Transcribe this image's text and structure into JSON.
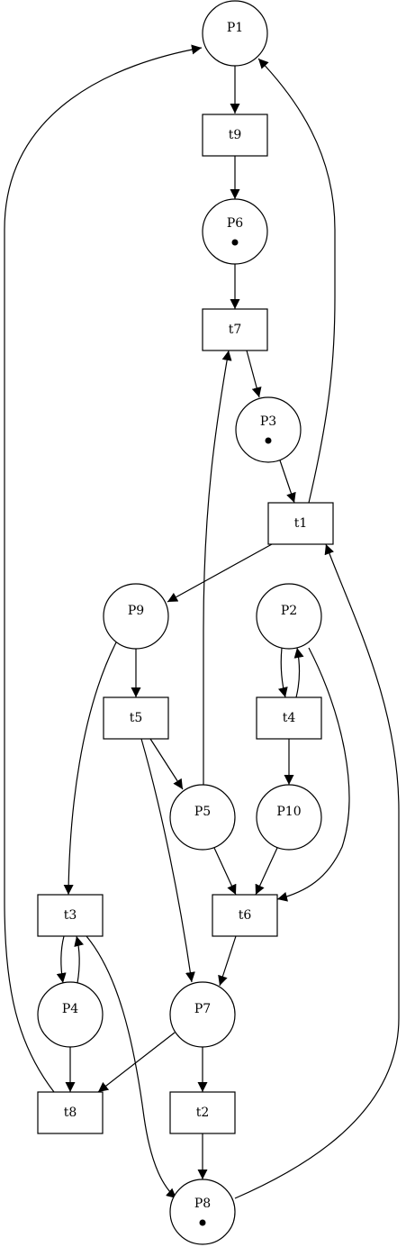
{
  "petri_net": {
    "places": [
      {
        "id": "P1",
        "label": "P1",
        "tokens": 0
      },
      {
        "id": "P6",
        "label": "P6",
        "tokens": 1
      },
      {
        "id": "P3",
        "label": "P3",
        "tokens": 1
      },
      {
        "id": "P9",
        "label": "P9",
        "tokens": 0
      },
      {
        "id": "P2",
        "label": "P2",
        "tokens": 0
      },
      {
        "id": "P5",
        "label": "P5",
        "tokens": 0
      },
      {
        "id": "P10",
        "label": "P10",
        "tokens": 0
      },
      {
        "id": "P4",
        "label": "P4",
        "tokens": 0
      },
      {
        "id": "P7",
        "label": "P7",
        "tokens": 0
      },
      {
        "id": "P8",
        "label": "P8",
        "tokens": 1
      }
    ],
    "transitions": [
      {
        "id": "t9",
        "label": "t9"
      },
      {
        "id": "t7",
        "label": "t7"
      },
      {
        "id": "t1",
        "label": "t1"
      },
      {
        "id": "t5",
        "label": "t5"
      },
      {
        "id": "t4",
        "label": "t4"
      },
      {
        "id": "t3",
        "label": "t3"
      },
      {
        "id": "t6",
        "label": "t6"
      },
      {
        "id": "t8",
        "label": "t8"
      },
      {
        "id": "t2",
        "label": "t2"
      }
    ],
    "arcs": [
      {
        "from": "P1",
        "to": "t9"
      },
      {
        "from": "t9",
        "to": "P6"
      },
      {
        "from": "P6",
        "to": "t7"
      },
      {
        "from": "t7",
        "to": "P3"
      },
      {
        "from": "P3",
        "to": "t1"
      },
      {
        "from": "t1",
        "to": "P1"
      },
      {
        "from": "t1",
        "to": "P9"
      },
      {
        "from": "P9",
        "to": "t5"
      },
      {
        "from": "P9",
        "to": "t3"
      },
      {
        "from": "P2",
        "to": "t4"
      },
      {
        "from": "t4",
        "to": "P2"
      },
      {
        "from": "P2",
        "to": "t6"
      },
      {
        "from": "t5",
        "to": "P5"
      },
      {
        "from": "t5",
        "to": "P7"
      },
      {
        "from": "P5",
        "to": "t7"
      },
      {
        "from": "t4",
        "to": "P10"
      },
      {
        "from": "P5",
        "to": "t6"
      },
      {
        "from": "P10",
        "to": "t6"
      },
      {
        "from": "t3",
        "to": "P4"
      },
      {
        "from": "P4",
        "to": "t3"
      },
      {
        "from": "t3",
        "to": "P8"
      },
      {
        "from": "t6",
        "to": "P7"
      },
      {
        "from": "P4",
        "to": "t8"
      },
      {
        "from": "P7",
        "to": "t8"
      },
      {
        "from": "P7",
        "to": "t2"
      },
      {
        "from": "t8",
        "to": "P1"
      },
      {
        "from": "t2",
        "to": "P8"
      },
      {
        "from": "P8",
        "to": "t1"
      }
    ]
  }
}
